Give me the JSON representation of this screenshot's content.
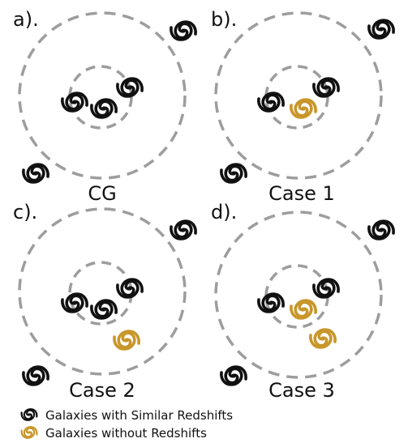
{
  "panels": [
    {
      "label": "a).",
      "caption": "CG"
    },
    {
      "label": "b).",
      "caption": "Case 1"
    },
    {
      "label": "c).",
      "caption": "Case 2"
    },
    {
      "label": "d).",
      "caption": "Case 3"
    }
  ],
  "legend": [
    {
      "text": "Galaxies with Similar Redshifts",
      "color": "#111111"
    },
    {
      "text": "Galaxies without Redshifts",
      "color": "#c8962a"
    }
  ],
  "colors": {
    "galaxy_with_redshift": "#111111",
    "galaxy_without_redshift": "#c8962a",
    "ring": "#9d9d9d"
  }
}
